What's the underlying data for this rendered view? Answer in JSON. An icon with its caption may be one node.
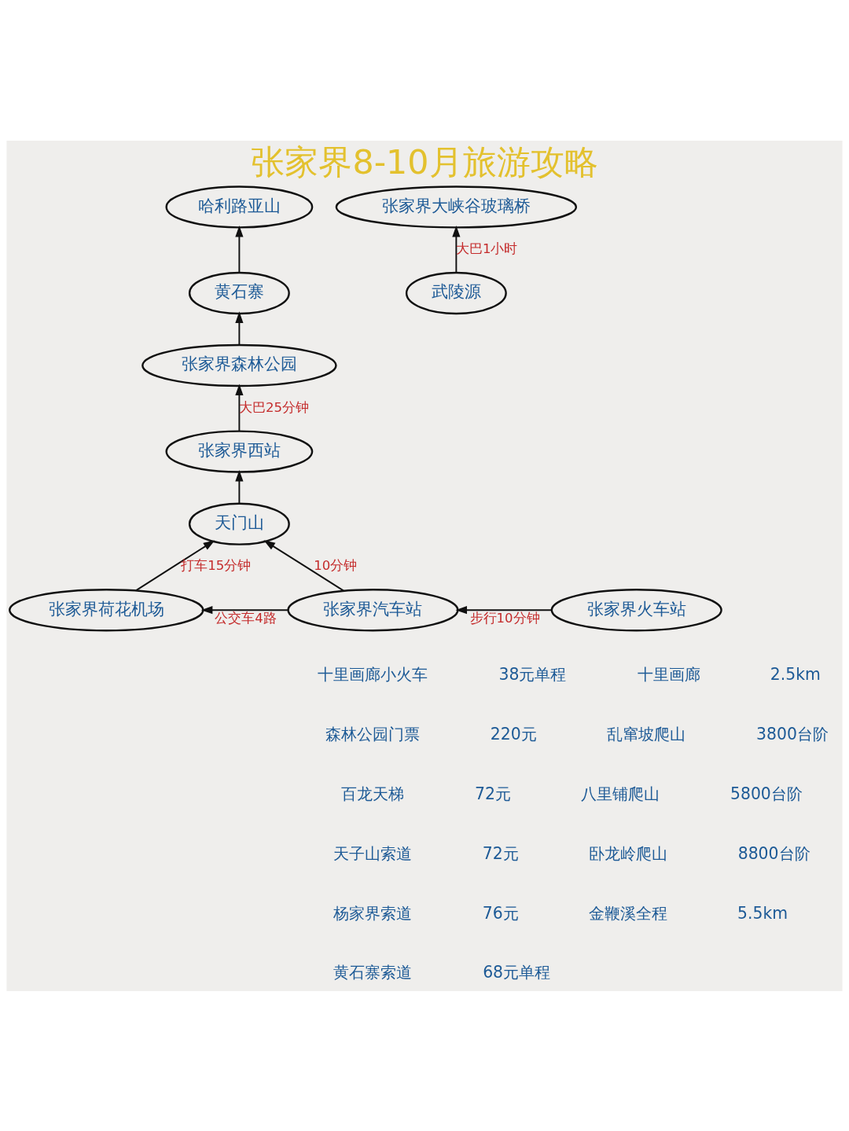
{
  "diagram": {
    "title": "张家界8-10月旅游攻略",
    "nodes": [
      {
        "text": [
          "哈利路亚山"
        ]
      },
      {
        "text": [
          "张家界大峡谷玻璃桥"
        ]
      },
      {
        "text": [
          "黄石寨"
        ]
      },
      {
        "text": [
          "武陵源"
        ]
      },
      {
        "text": [
          "张家界森林公园"
        ]
      },
      {
        "text": [
          "张家界西站"
        ]
      },
      {
        "text": [
          "天门山"
        ]
      },
      {
        "text": [
          "张家界荷花机场"
        ]
      },
      {
        "text": [
          "张家界汽车站"
        ]
      },
      {
        "text": [
          "张家界火车站"
        ]
      }
    ],
    "edges": [
      {
        "from": 3,
        "to": 1,
        "arrow": "to",
        "label": "大巴1小时"
      },
      {
        "from": 2,
        "to": 0,
        "arrow": "to"
      },
      {
        "from": 4,
        "to": 2,
        "arrow": "to"
      },
      {
        "from": 5,
        "to": 4,
        "arrow": "to",
        "label": "大巴25分钟"
      },
      {
        "from": 6,
        "to": 5,
        "arrow": "to"
      },
      {
        "from": 7,
        "to": 6,
        "arrow": "to",
        "label": "打车15分钟"
      },
      {
        "from": 8,
        "to": 6,
        "arrow": "to",
        "label": "10分钟"
      },
      {
        "from": 8,
        "to": 7,
        "arrow": "to",
        "label": "公交车4路"
      },
      {
        "from": 9,
        "to": 8,
        "arrow": "to",
        "label": "步行10分钟"
      }
    ],
    "labels": [
      "十里画廊小火车",
      "38元单程",
      "森林公园门票",
      "220元",
      "百龙天梯",
      "72元",
      "天子山索道",
      "72元",
      "杨家界索道",
      "76元",
      "黄石寨索道",
      "68元单程",
      "十里画廊",
      "2.5km",
      "乱窜坡爬山",
      "3800台阶",
      "八里铺爬山",
      "5800台阶",
      "卧龙岭爬山",
      "8800台阶",
      "金鞭溪全程",
      "5.5km"
    ]
  }
}
